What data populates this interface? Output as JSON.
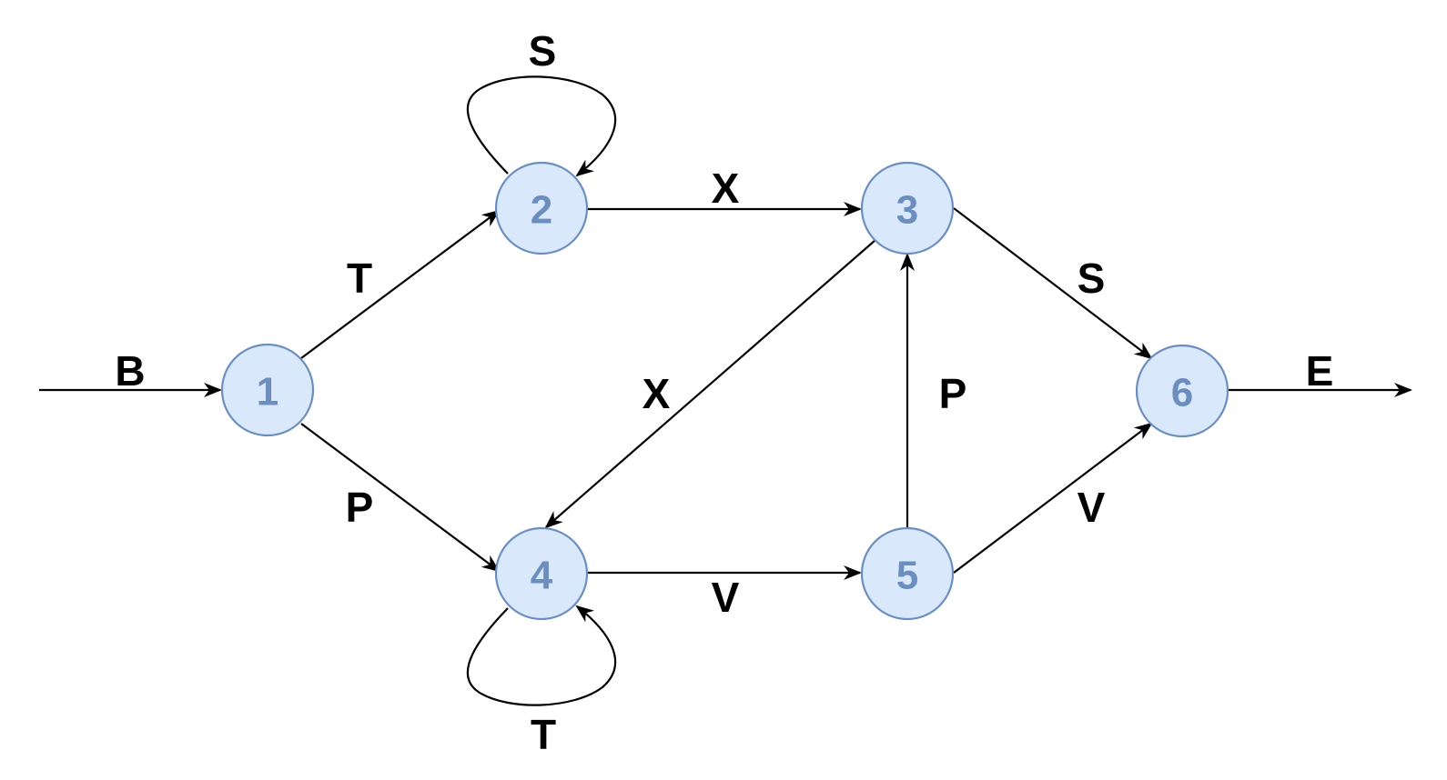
{
  "nodes": [
    {
      "id": "1",
      "label": "1"
    },
    {
      "id": "2",
      "label": "2"
    },
    {
      "id": "3",
      "label": "3"
    },
    {
      "id": "4",
      "label": "4"
    },
    {
      "id": "5",
      "label": "5"
    },
    {
      "id": "6",
      "label": "6"
    }
  ],
  "edges": [
    {
      "from": "start",
      "to": "1",
      "label": "B"
    },
    {
      "from": "1",
      "to": "2",
      "label": "T"
    },
    {
      "from": "1",
      "to": "4",
      "label": "P"
    },
    {
      "from": "2",
      "to": "2",
      "label": "S"
    },
    {
      "from": "2",
      "to": "3",
      "label": "X"
    },
    {
      "from": "3",
      "to": "4",
      "label": "X"
    },
    {
      "from": "3",
      "to": "6",
      "label": "S"
    },
    {
      "from": "4",
      "to": "4",
      "label": "T"
    },
    {
      "from": "4",
      "to": "5",
      "label": "V"
    },
    {
      "from": "5",
      "to": "3",
      "label": "P"
    },
    {
      "from": "5",
      "to": "6",
      "label": "V"
    },
    {
      "from": "6",
      "to": "end",
      "label": "E"
    }
  ],
  "colors": {
    "node_fill": "#dae8fc",
    "node_stroke": "#6c8ebf",
    "node_text": "#6c8ebf",
    "edge": "#000000"
  }
}
